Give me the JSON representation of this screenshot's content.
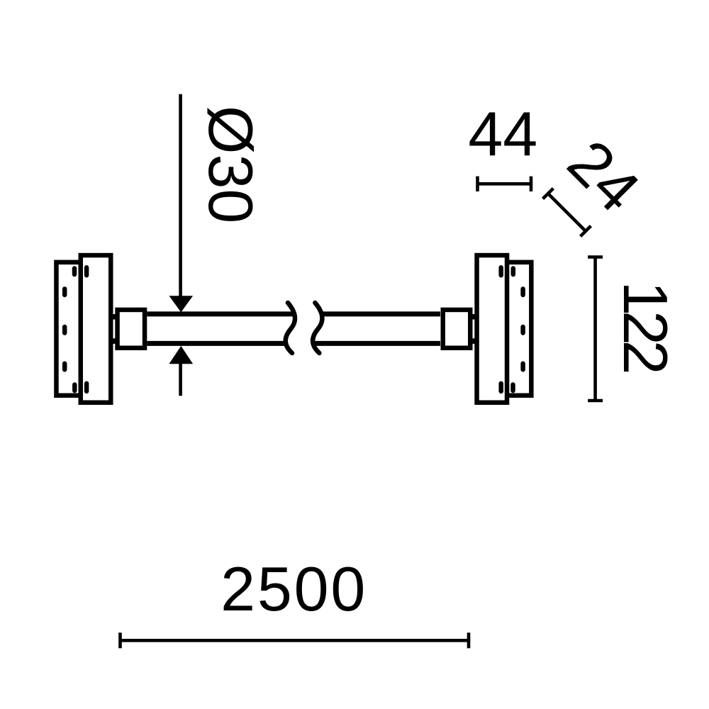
{
  "page": {
    "background_color": "#ffffff",
    "line_color": "#000000"
  },
  "drawing": {
    "kind": "technical dimension drawing",
    "subject": "wall-mounted linear tube luminaire, front elevation with two wall brackets",
    "labels": {
      "tube_diameter": "Ø30",
      "bracket_depth": "44",
      "collar_depth": "24",
      "bracket_height": "122",
      "overall_length": "2500"
    }
  }
}
